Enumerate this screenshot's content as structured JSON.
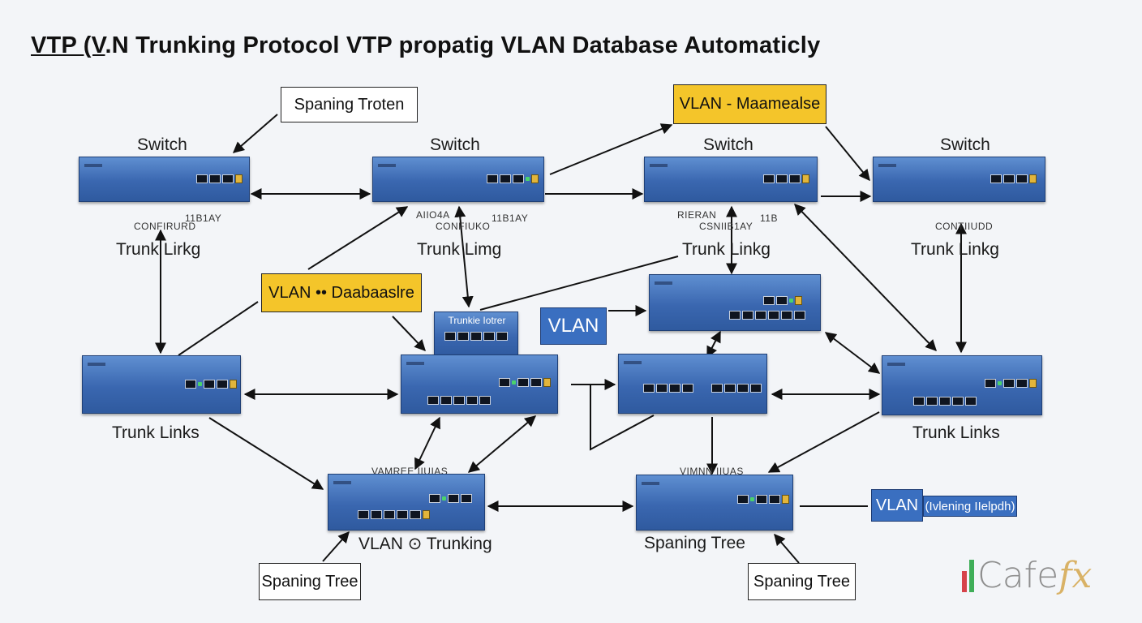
{
  "title": {
    "prefix": "VTP (V",
    "suffix": ".N Trunking Protocol VTP propatig VLAN Database Automaticly"
  },
  "top_switch_labels": [
    "Switch",
    "Switch",
    "Switch",
    "Switch"
  ],
  "small_text": {
    "a": "CONFIRURD",
    "b": "11B1AY",
    "c": "AIIO4A",
    "d": "CONFIUKO",
    "e": "11B1AY",
    "f": "RIERAN",
    "g": "CSNIIB1AY",
    "h": "11B",
    "i": "CONTIIUDD",
    "j": "VAMREE IIUIAS",
    "k": "VIMNN IIUAS"
  },
  "trunk_labels": {
    "t1": "Trunk  Lirkg",
    "t2": "Trunk  Limg",
    "t3": "Trunk  Linkg",
    "t4": "Trunk  Linkg",
    "t5": "Trunk Links",
    "t6": "Trunk Links"
  },
  "callouts": {
    "spanning_top": "Spaning Troten",
    "vlan_maa": "VLAN - Maamealse",
    "vlan_db": "VLAN •• Daabaaslre",
    "trunk_iotes": "Trunkie Iotrer",
    "vlan_blue": "VLAN",
    "vlan_blue2": "VLAN",
    "vlan_blue2_note": "(Ivlening IIelpdh)",
    "spanning_bl": "Spaning Tree",
    "spanning_br": "Spaning Tree"
  },
  "bottom_labels": {
    "vlan_trunking": "VLAN ⊙ Trunking",
    "spaning_tree": "Spaning Tree"
  },
  "logo": {
    "text": "Cafe",
    "fx": "fx"
  },
  "colors": {
    "switch": "#3a67b0",
    "callout_yellow": "#f4c52a",
    "vlan_blue": "#3a6fc0"
  }
}
